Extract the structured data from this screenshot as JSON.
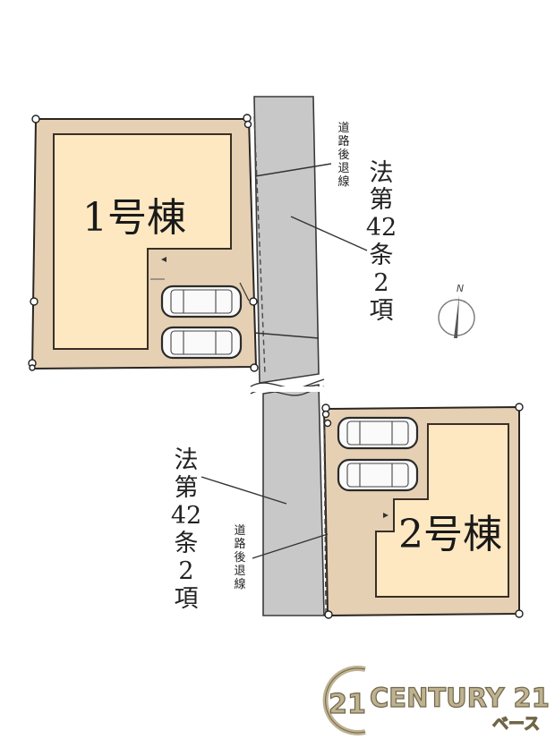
{
  "lots": [
    {
      "id": "lot-1",
      "label": "1号棟"
    },
    {
      "id": "lot-2",
      "label": "2号棟"
    }
  ],
  "road_labels": {
    "upper": {
      "classification": [
        "法",
        "第",
        "42",
        "条",
        "2",
        "項"
      ],
      "setback": [
        "道",
        "路",
        "後",
        "退",
        "線"
      ]
    },
    "lower": {
      "classification": [
        "法",
        "第",
        "42",
        "条",
        "2",
        "項"
      ],
      "setback": [
        "道",
        "路",
        "後",
        "退",
        "線"
      ]
    }
  },
  "compass": {
    "label": "N",
    "icon": "north-arrow-icon"
  },
  "parking": {
    "lot1_cars": 2,
    "lot2_cars": 2
  },
  "logo": {
    "brand": "CENTURY 21",
    "emblem": "21",
    "branch": "ベース"
  },
  "colors": {
    "lot_fill": "#e6d0b4",
    "building_fill": "#fde8c2",
    "road_fill": "#c8c8c8",
    "logo_gold": "#beb291"
  }
}
